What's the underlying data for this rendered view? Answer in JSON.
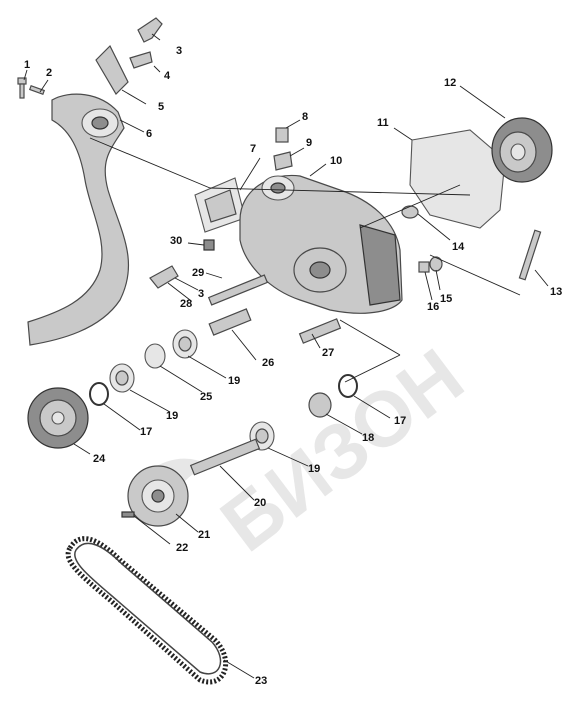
{
  "diagram": {
    "watermark": "БИЗОН",
    "callouts": [
      "1",
      "2",
      "3",
      "4",
      "5",
      "6",
      "7",
      "8",
      "9",
      "10",
      "11",
      "12",
      "13",
      "14",
      "15",
      "16",
      "17",
      "18",
      "19",
      "20",
      "21",
      "22",
      "23",
      "24",
      "25",
      "26",
      "27",
      "28",
      "29",
      "30"
    ],
    "duplicate_callouts": [
      "3",
      "17",
      "19"
    ]
  }
}
